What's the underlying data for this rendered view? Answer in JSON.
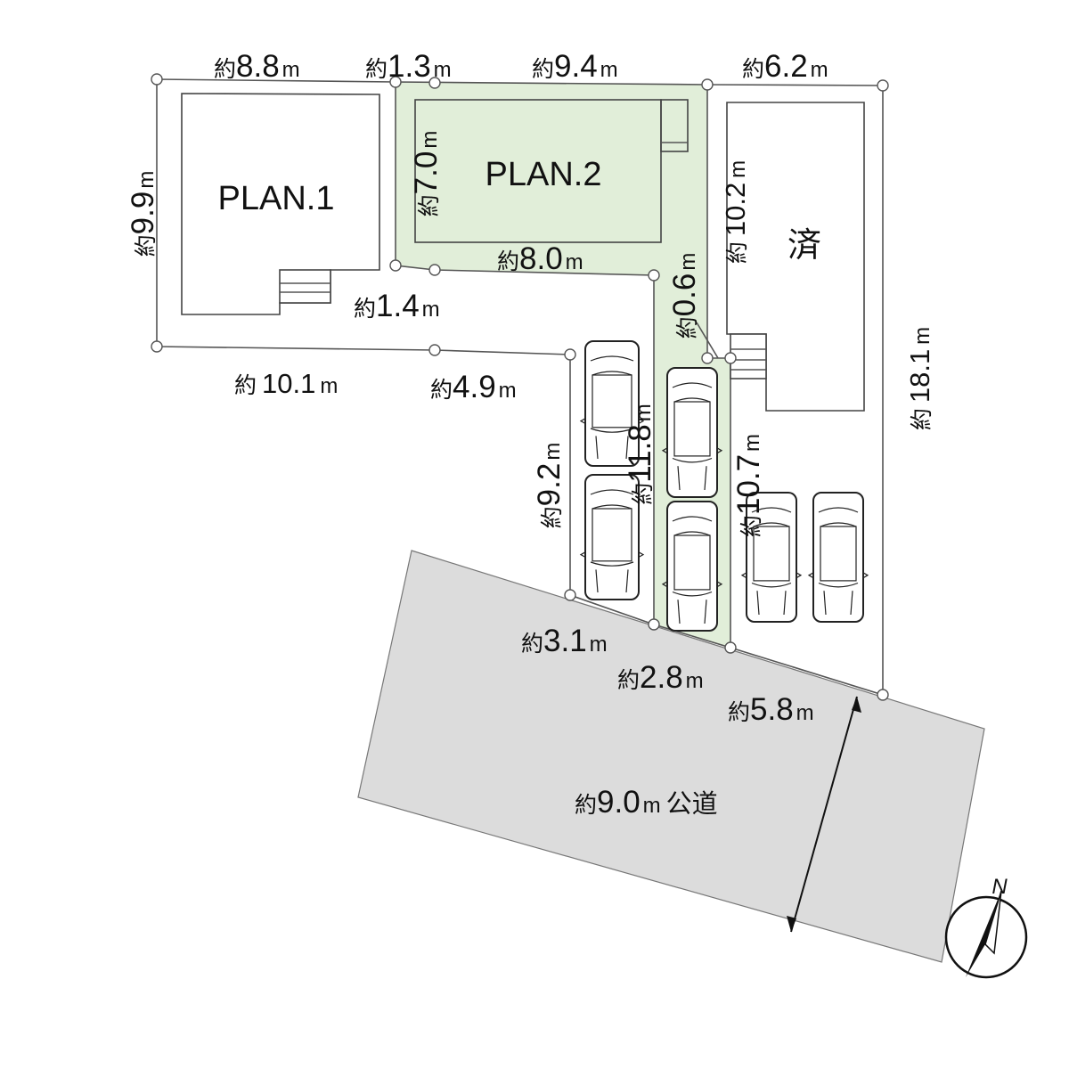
{
  "dims": {
    "prefix": "約",
    "unit": "m",
    "top_plan1": "8.8",
    "top_gap": "1.3",
    "top_plan2": "9.4",
    "top_right": "6.2",
    "left_side": "9.9",
    "plan2_depth": "7.0",
    "plan2_bottom": "8.0",
    "plan1_gap": "1.4",
    "plan1_bottom": "10.1",
    "step_width": "4.9",
    "strip_offset": "0.6",
    "done_depth": "10.2",
    "right_side": "18.1",
    "parking_left": "9.2",
    "strip_length": "11.8",
    "strip_right": "10.7",
    "front_left": "3.1",
    "front_strip": "2.8",
    "front_right": "5.8"
  },
  "road": {
    "width": "9.0",
    "label": "公道"
  },
  "buildings": {
    "plan1": "PLAN.1",
    "plan2": "PLAN.2",
    "sold": "済"
  },
  "compass": {
    "label": "N"
  },
  "colors": {
    "lot_highlight": "#e1eed9",
    "road": "#dcdcdc"
  }
}
